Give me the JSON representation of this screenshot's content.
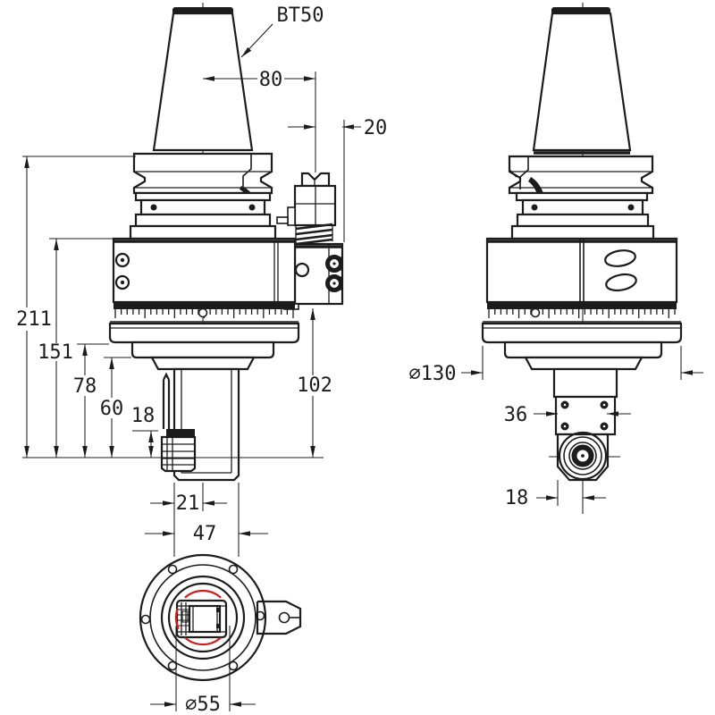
{
  "front": {
    "taper_label": "BT50",
    "dim_center_to_attachment": "80",
    "dim_attachment_width": "20",
    "dim_overall_height": "211",
    "dim_body_top_height": "151",
    "dim_flange_height": "78",
    "dim_spindle_length": "60",
    "dim_nut_height": "18",
    "dim_center_offset": "21",
    "dim_spindle_width": "47",
    "dim_attachment_bottom_height": "102"
  },
  "side": {
    "dim_flange_diameter": "∅130",
    "dim_head_width": "36",
    "dim_head_center_offset": "18"
  },
  "bottom": {
    "dim_tool_circle_diameter": "∅55"
  },
  "colors": {
    "ink": "#1c1c1c",
    "red": "#cc1f1f",
    "bg": "#ffffff"
  }
}
